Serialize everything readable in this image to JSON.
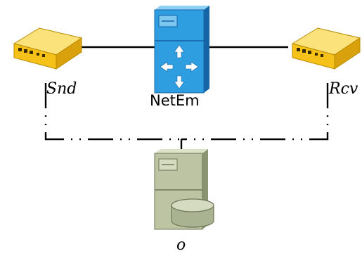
{
  "nodes": {
    "sender": {
      "label": "Snd",
      "icon": "modem-device-icon"
    },
    "netem": {
      "label": "NetEm",
      "icon": "network-switch-tower-icon"
    },
    "receiver": {
      "label": "Rcv",
      "icon": "modem-device-icon"
    },
    "observer": {
      "label": "o",
      "icon": "server-with-storage-icon"
    }
  },
  "edges": [
    {
      "from": "sender",
      "to": "netem",
      "style": "solid"
    },
    {
      "from": "netem",
      "to": "receiver",
      "style": "solid"
    },
    {
      "from": "sender",
      "to": "observer",
      "style": "dash-dot"
    },
    {
      "from": "receiver",
      "to": "observer",
      "style": "dash-dot"
    }
  ],
  "colors": {
    "modem_body": "#f6c21a",
    "modem_edge": "#b88a00",
    "tower_body": "#2f9ee0",
    "tower_dark": "#1565a6",
    "server_body": "#bcc4a4",
    "server_dark": "#8b9472",
    "line": "#000000"
  }
}
